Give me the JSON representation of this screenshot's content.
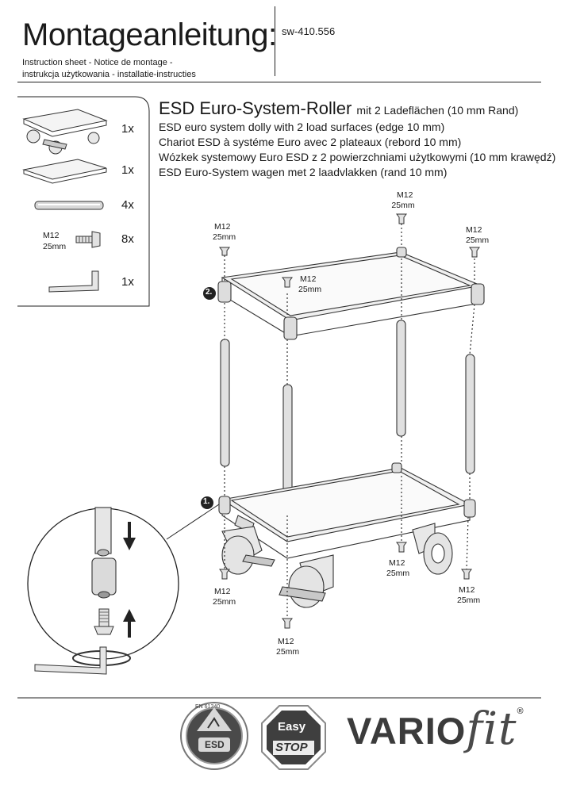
{
  "header": {
    "title": "Montageanleitung:",
    "doc_number": "sw-410.556",
    "subtitle_line1": "Instruction sheet - Notice de montage  -",
    "subtitle_line2": "instrukcja użytkowania - installatie-instructies"
  },
  "product": {
    "name": "ESD Euro-System-Roller",
    "name_suffix": "mit 2 Ladeflächen (10 mm Rand)",
    "lines": [
      "ESD euro system dolly with 2 load surfaces (edge 10 mm)",
      "Chariot ESD à systéme Euro avec 2 plateaux (rebord 10 mm)",
      "Wózkek systemowy Euro ESD z 2 powierzchniami użytkowymi (10 mm krawędź)",
      "ESD Euro-System wagen met 2 laadvlakken (rand 10 mm)"
    ]
  },
  "parts": [
    {
      "icon": "dolly-base-icon",
      "qty": "1x"
    },
    {
      "icon": "load-surface-icon",
      "qty": "1x"
    },
    {
      "icon": "tube-icon",
      "qty": "4x"
    },
    {
      "icon": "screw-icon",
      "qty": "8x",
      "label1": "M12",
      "label2": "25mm"
    },
    {
      "icon": "hex-key-icon",
      "qty": "1x"
    }
  ],
  "screw_labels": {
    "size": "M12",
    "length": "25mm"
  },
  "steps": {
    "step1": "1.",
    "step2": "2."
  },
  "logos": {
    "esd_ring": "EN 61340",
    "esd_text": "ESD",
    "easy": "Easy",
    "stop": "STOP",
    "vario": "VARIO",
    "fit": "fit",
    "reg": "®"
  },
  "colors": {
    "line": "#222222",
    "logo_grey": "#3b3b3b"
  }
}
